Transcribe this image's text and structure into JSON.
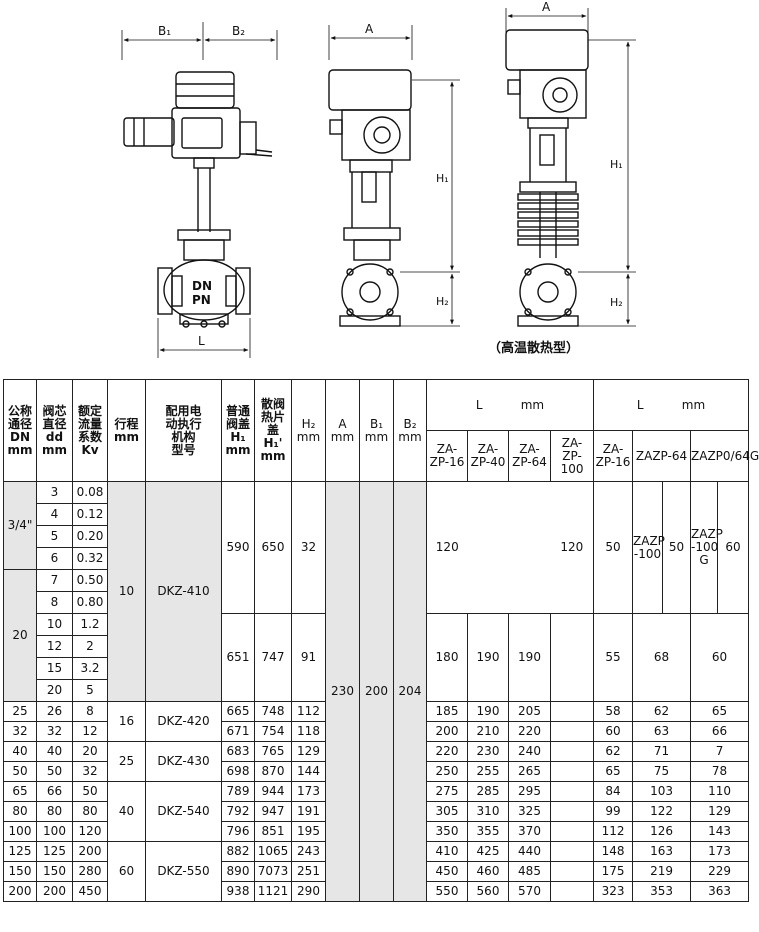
{
  "drawing": {
    "labels": {
      "b1": "B₁",
      "b2": "B₂",
      "a_side": "A",
      "a_ht": "A",
      "h1_side": "H₁",
      "h2_side": "H₂",
      "h1_ht": "H₁",
      "h2_ht": "H₂",
      "dn": "DN",
      "pn": "PN",
      "l": "L",
      "high_temp_caption": "（高温散热型）"
    }
  },
  "table": {
    "headers": {
      "dn": "公称\n通径\nDN\nmm",
      "dd": "阀芯\n直径\ndd\nmm",
      "kv": "额定\n流量\n系数\nKv",
      "stroke": "行程\nmm",
      "actuator": "配用电\n动执行\n机构\n型号",
      "h1": "普通\n阀盖\nH₁\nmm",
      "h1p": "散阀\n热片\n盖\nH₁'\nmm",
      "h2": "H₂\nmm",
      "a": "A\nmm",
      "b1": "B₁\nmm",
      "b2": "B₂\nmm",
      "l_group1": "L          mm",
      "l_group2": "L          mm",
      "za16": "ZA-\nZP-16",
      "za40": "ZA-\nZP-40",
      "za64": "ZA-\nZP-64",
      "za100": "ZA-\nZP-100",
      "zazp16": "ZA-\nZP-16",
      "zazp64": "ZAZP-64",
      "zazp064g": "ZAZP0/64G",
      "zazp100": "ZAZP\n-100",
      "zazp100g": "ZAZP\n-100\nG"
    },
    "body": {
      "dn_34": "3/4\"",
      "dn_20": "20",
      "dd_small": [
        "3",
        "4",
        "5",
        "6",
        "7",
        "8",
        "10",
        "12",
        "15",
        "20"
      ],
      "kv_small": [
        "0.08",
        "0.12",
        "0.20",
        "0.32",
        "0.50",
        "0.80",
        "1.2",
        "2",
        "3.2",
        "5"
      ],
      "stroke_10": "10",
      "act_410": "DKZ-410",
      "h1_a": "590",
      "h1p_a": "650",
      "h2_a": "32",
      "l_a": {
        "zp16": "120",
        "zp100": "120",
        "b16": "50",
        "zp100_low": "50",
        "g": "60"
      },
      "h1_b": "651",
      "h1p_b": "747",
      "h2_b": "91",
      "l_b": {
        "zp16": "180",
        "zp40": "190",
        "zp64": "190",
        "b16": "55",
        "b64": "68",
        "b64g": "60"
      },
      "a_val": "230",
      "b1_val": "200",
      "b2_val": "204",
      "stroke_16": "16",
      "stroke_25": "25",
      "stroke_40": "40",
      "stroke_60": "60",
      "act_420": "DKZ-420",
      "act_430": "DKZ-430",
      "act_540": "DKZ-540",
      "act_550": "DKZ-550",
      "rows": [
        [
          "25",
          "26",
          "8",
          "665",
          "748",
          "112",
          "185",
          "190",
          "205",
          "58",
          "62",
          "65"
        ],
        [
          "32",
          "32",
          "12",
          "671",
          "754",
          "118",
          "200",
          "210",
          "220",
          "60",
          "63",
          "66"
        ],
        [
          "40",
          "40",
          "20",
          "683",
          "765",
          "129",
          "220",
          "230",
          "240",
          "62",
          "71",
          "7"
        ],
        [
          "50",
          "50",
          "32",
          "698",
          "870",
          "144",
          "250",
          "255",
          "265",
          "65",
          "75",
          "78"
        ],
        [
          "65",
          "66",
          "50",
          "789",
          "944",
          "173",
          "275",
          "285",
          "295",
          "84",
          "103",
          "110"
        ],
        [
          "80",
          "80",
          "80",
          "792",
          "947",
          "191",
          "305",
          "310",
          "325",
          "99",
          "122",
          "129"
        ],
        [
          "100",
          "100",
          "120",
          "796",
          "851",
          "195",
          "350",
          "355",
          "370",
          "112",
          "126",
          "143"
        ],
        [
          "125",
          "125",
          "200",
          "882",
          "1065",
          "243",
          "410",
          "425",
          "440",
          "148",
          "163",
          "173"
        ],
        [
          "150",
          "150",
          "280",
          "890",
          "7073",
          "251",
          "450",
          "460",
          "485",
          "175",
          "219",
          "229"
        ],
        [
          "200",
          "200",
          "450",
          "938",
          "1121",
          "290",
          "550",
          "560",
          "570",
          "323",
          "353",
          "363"
        ]
      ]
    }
  }
}
